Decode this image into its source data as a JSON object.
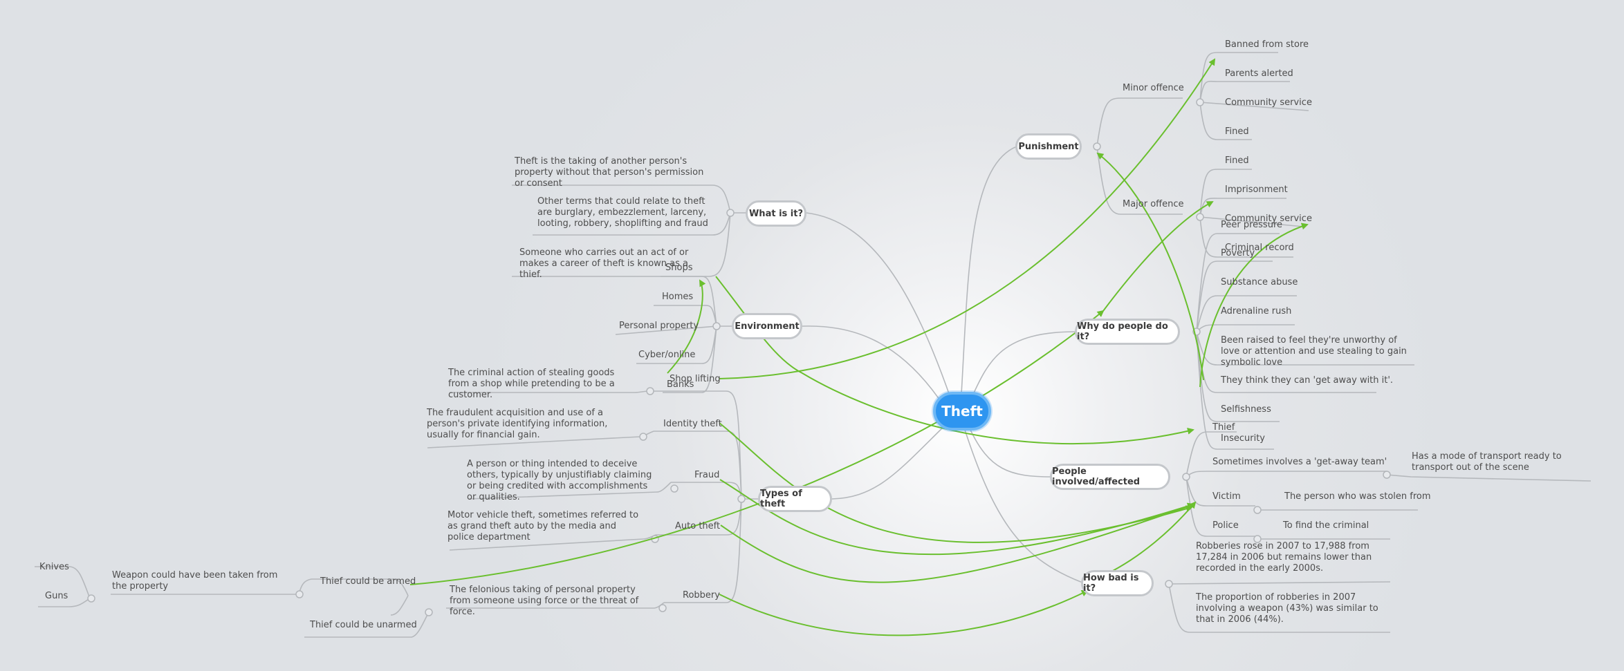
{
  "central": "Theft",
  "colors": {
    "link": "#b5b8bc",
    "arrow": "#6abf2e",
    "central": "#2e95f0",
    "text": "#4d4d4d"
  },
  "branches": {
    "what_is_it": {
      "label": "What is it?",
      "children": [
        "Theft is the taking of another person's property without that person's permission or consent",
        "Other terms that could relate to theft are burglary, embezzlement, larceny, looting, robbery, shoplifting and fraud",
        "Someone who carries out an act of or makes a career of theft is known as a thief."
      ]
    },
    "environment": {
      "label": "Environment",
      "children": [
        "Shops",
        "Homes",
        "Personal property",
        "Cyber/online",
        "Banks"
      ]
    },
    "types": {
      "label": "Types of theft",
      "items": [
        {
          "name": "Shop lifting",
          "desc": "The criminal action of stealing goods from a shop while pretending to be a customer."
        },
        {
          "name": "Identity theft",
          "desc": "The fraudulent acquisition and use of a person's private identifying information, usually for financial gain."
        },
        {
          "name": "Fraud",
          "desc": "A person or thing intended to deceive others, typically by unjustifiably claiming or being credited with accomplishments or qualities."
        },
        {
          "name": "Auto theft",
          "desc": "Motor vehicle theft, sometimes referred to as grand theft auto by the media and police department"
        },
        {
          "name": "Robbery",
          "desc": "The felonious taking of personal property from someone using force or the threat of force."
        }
      ],
      "armed": "Thief could be armed",
      "unarmed": "Thief could be unarmed",
      "weapon_note": "Weapon could have been taken from the property",
      "weapons": [
        "Knives",
        "Guns"
      ]
    },
    "punishment": {
      "label": "Punishment",
      "minor": {
        "label": "Minor offence",
        "items": [
          "Banned from store",
          "Parents alerted",
          "Community service",
          "Fined"
        ]
      },
      "major": {
        "label": "Major offence",
        "items": [
          "Fined",
          "Imprisonment",
          "Community service",
          "Criminal record"
        ]
      }
    },
    "why": {
      "label": "Why do people do it?",
      "items": [
        "Peer pressure",
        "Poverty",
        "Substance abuse",
        "Adrenaline rush",
        "Been raised to feel they're unworthy of love or attention and use stealing to gain symbolic love",
        "They think they can 'get away with it'.",
        "Selfishness",
        "Insecurity"
      ]
    },
    "people": {
      "label": "People involved/affected",
      "thief": "Thief",
      "getaway": "Sometimes involves a 'get-away team'",
      "getaway_note": "Has a mode of transport ready to transport out of the scene",
      "victim": "Victim",
      "victim_note": "The person who was stolen from",
      "police": "Police",
      "police_note": "To find the criminal"
    },
    "how_bad": {
      "label": "How bad is it?",
      "items": [
        "Robberies rose in 2007 to 17,988 from 17,284 in 2006 but remains lower than recorded in the early 2000s.",
        "The proportion of robberies in 2007 involving a weapon (43%) was similar to that in 2006 (44%)."
      ]
    }
  }
}
